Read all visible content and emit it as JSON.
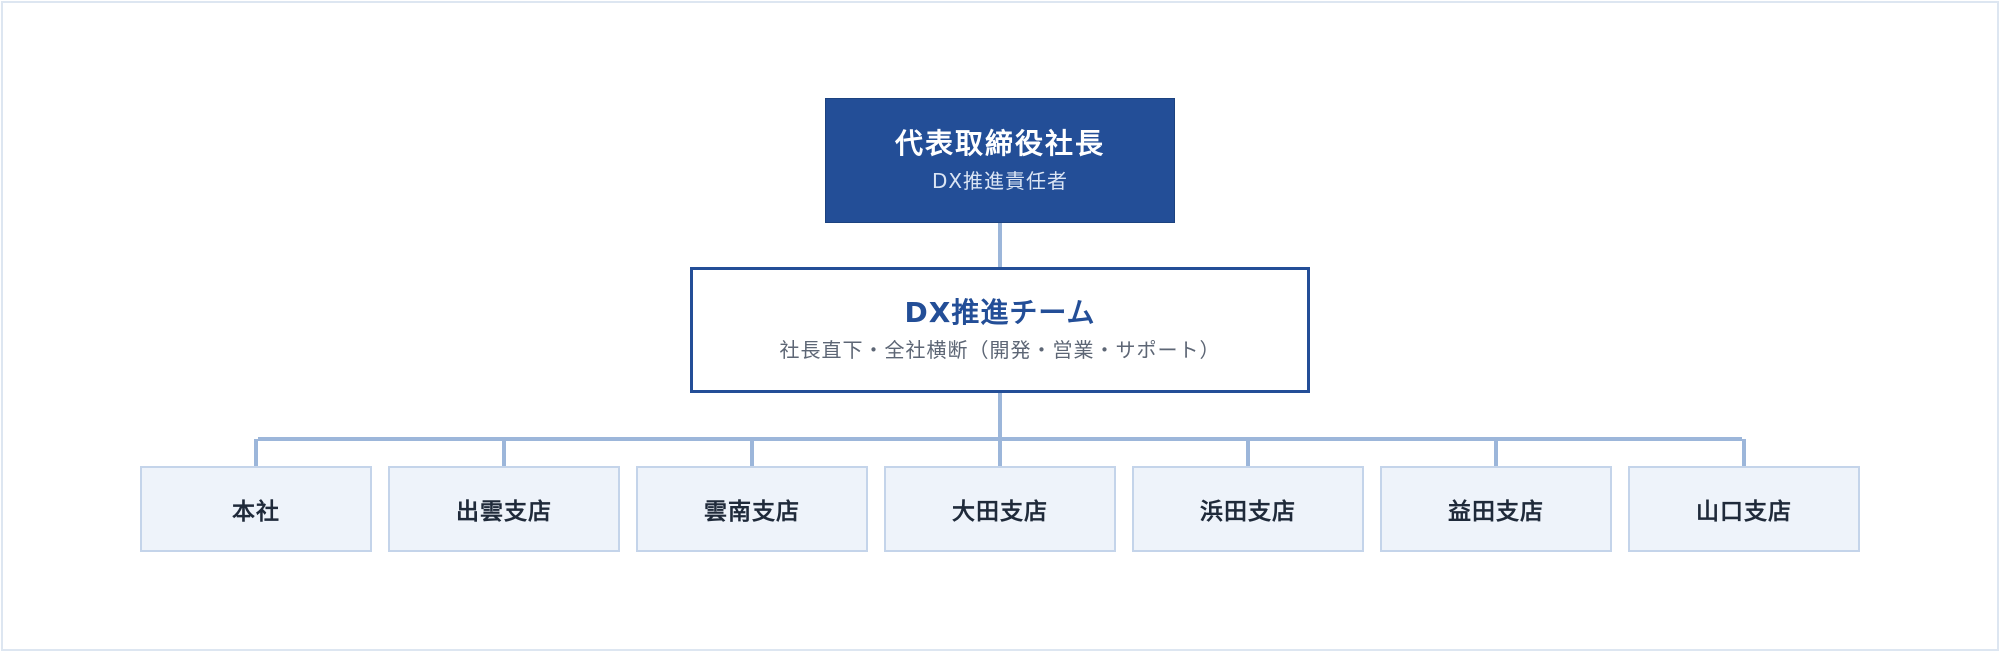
{
  "ceo": {
    "title": "代表取締役社長",
    "subtitle": "DX推進責任者"
  },
  "team": {
    "title": "DX推進チーム",
    "subtitle": "社長直下・全社横断（開発・営業・サポート）"
  },
  "branches": [
    {
      "label": "本社"
    },
    {
      "label": "出雲支店"
    },
    {
      "label": "雲南支店"
    },
    {
      "label": "大田支店"
    },
    {
      "label": "浜田支店"
    },
    {
      "label": "益田支店"
    },
    {
      "label": "山口支店"
    }
  ],
  "colors": {
    "primary": "#234e97",
    "connector": "#9cb6da",
    "branch_fill": "#eef3fa",
    "branch_border": "#c4d4ea"
  }
}
